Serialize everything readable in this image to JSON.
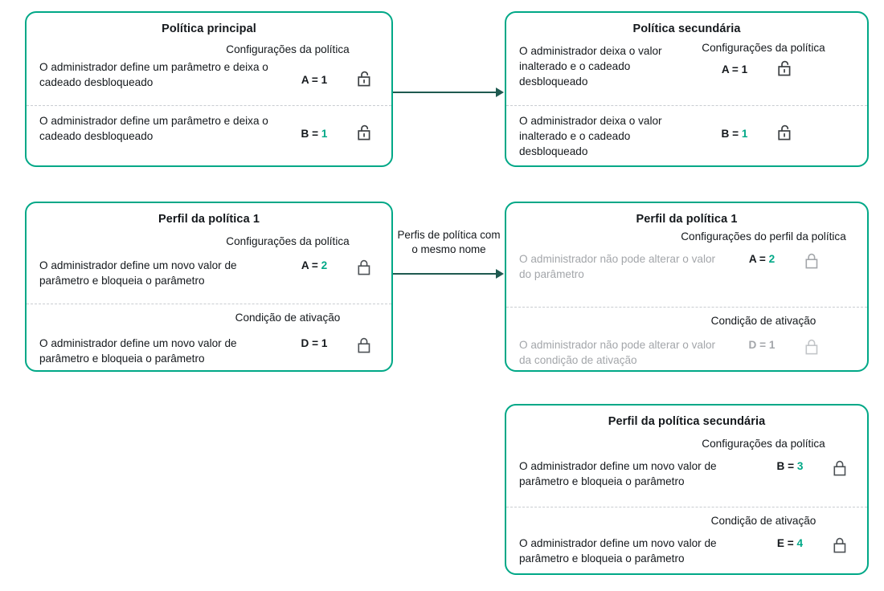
{
  "theme": {
    "card_border": "#00a887",
    "accent_value": "#00a887",
    "arrow": "#1f5a50",
    "text": "#14181c",
    "muted_text": "#a3a6aa",
    "divider": "#c9cdd1",
    "background": "#ffffff"
  },
  "cards": {
    "main_policy": {
      "title": "Política principal",
      "caption_1": "Configurações da política",
      "rows": [
        {
          "desc": "O administrador define um parâmetro e deixa o cadeado desbloqueado",
          "key": "A =",
          "value": "1",
          "value_accent": false,
          "lock": "unlocked-icon",
          "muted": false
        },
        {
          "desc": "O administrador define um parâmetro e deixa o cadeado desbloqueado",
          "key": "B =",
          "value": "1",
          "value_accent": true,
          "lock": "unlocked-icon",
          "muted": false
        }
      ]
    },
    "secondary_policy": {
      "title": "Política secundária",
      "caption_1": "Configurações da política",
      "rows": [
        {
          "desc": "O administrador deixa o valor inalterado e o cadeado desbloqueado",
          "key": "A =",
          "value": "1",
          "value_accent": false,
          "lock": "unlocked-icon",
          "muted": false
        },
        {
          "desc": "O administrador deixa o valor inalterado e o cadeado desbloqueado",
          "key": "B =",
          "value": "1",
          "value_accent": true,
          "lock": "unlocked-icon",
          "muted": false
        }
      ]
    },
    "policy_profile_1_left": {
      "title": "Perfil da política 1",
      "caption_1": "Configurações da política",
      "caption_2": "Condição de ativação",
      "rows": [
        {
          "desc": "O administrador define um novo valor de parâmetro e bloqueia o parâmetro",
          "key": "A =",
          "value": "2",
          "value_accent": true,
          "lock": "locked-icon",
          "muted": false
        },
        {
          "desc": "O administrador define um novo valor de parâmetro e bloqueia o parâmetro",
          "key": "D =",
          "value": "1",
          "value_accent": false,
          "lock": "locked-icon",
          "muted": false
        }
      ]
    },
    "policy_profile_1_right": {
      "title": "Perfil da política 1",
      "caption_1": "Configurações do perfil da política",
      "caption_2": "Condição de ativação",
      "rows": [
        {
          "desc": "O administrador não pode alterar o valor do parâmetro",
          "key": "A =",
          "value": "2",
          "value_accent": true,
          "lock": "locked-icon",
          "muted": true
        },
        {
          "desc": "O administrador não pode alterar o valor da condição de ativação",
          "key": "D =",
          "value": "1",
          "value_accent": false,
          "lock": "locked-icon",
          "muted": true
        }
      ]
    },
    "secondary_policy_profile": {
      "title": "Perfil da política secundária",
      "caption_1": "Configurações da política",
      "caption_2": "Condição de ativação",
      "rows": [
        {
          "desc": "O administrador define um novo valor de parâmetro e bloqueia o parâmetro",
          "key": "B =",
          "value": "3",
          "value_accent": true,
          "lock": "locked-icon",
          "muted": false
        },
        {
          "desc": "O administrador define um novo valor de parâmetro e bloqueia o parâmetro",
          "key": "E =",
          "value": "4",
          "value_accent": true,
          "lock": "locked-icon",
          "muted": false
        }
      ]
    }
  },
  "arrows": {
    "top": {
      "label": ""
    },
    "middle": {
      "label": "Perfis de política com o mesmo nome"
    }
  }
}
